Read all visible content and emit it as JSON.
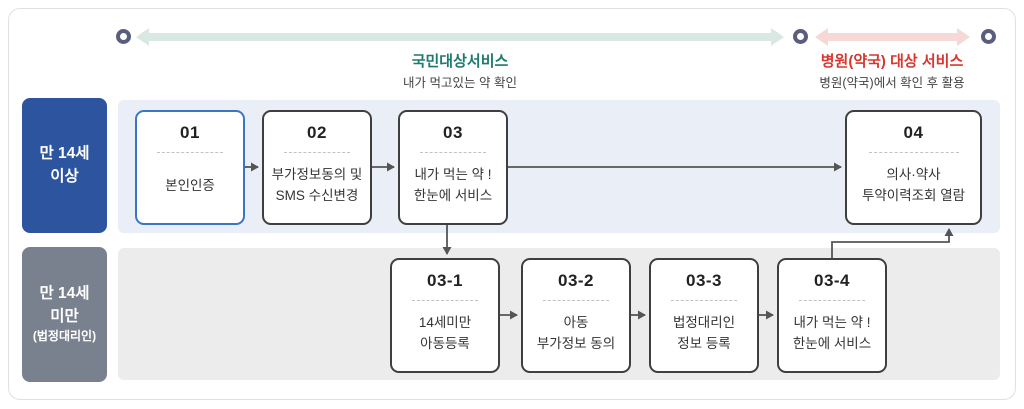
{
  "legend": {
    "national": {
      "title": "국민대상서비스",
      "subtitle": "내가 먹고있는 약 확인"
    },
    "hospital": {
      "title": "병원(약국) 대상 서비스",
      "subtitle": "병원(약국)에서 확인 후 활용"
    }
  },
  "rows": {
    "adult": {
      "line1": "만 14세",
      "line2": "이상"
    },
    "minor": {
      "line1": "만 14세",
      "line2": "미만",
      "line3": "(법정대리인)"
    }
  },
  "steps": {
    "s01": {
      "num": "01",
      "line1": "본인인증",
      "line2": ""
    },
    "s02": {
      "num": "02",
      "line1": "부가정보동의 및",
      "line2": "SMS 수신변경"
    },
    "s03": {
      "num": "03",
      "line1": "내가 먹는 약 !",
      "line2": "한눈에 서비스"
    },
    "s04": {
      "num": "04",
      "line1": "의사·약사",
      "line2": "투약이력조회 열람"
    },
    "s31": {
      "num": "03-1",
      "line1": "14세미만",
      "line2": "아동등록"
    },
    "s32": {
      "num": "03-2",
      "line1": "아동",
      "line2": "부가정보 동의"
    },
    "s33": {
      "num": "03-3",
      "line1": "법정대리인",
      "line2": "정보 등록"
    },
    "s34": {
      "num": "03-4",
      "line1": "내가 먹는 약 !",
      "line2": "한눈에 서비스"
    }
  },
  "colors": {
    "national_accent": "#1d7a6e",
    "national_arrow": "#d9e8e3",
    "hospital_accent": "#d7372f",
    "hospital_arrow": "#f6d8d6",
    "adult_row_bg": "#2d549e",
    "minor_row_bg": "#79818f",
    "adult_lane_bg": "#e9eef7",
    "minor_lane_bg": "#ececec",
    "highlight_border": "#3b76c5",
    "box_border": "#3f3f3f",
    "connector": "#555555",
    "legend_dot": "#5a5e7e"
  }
}
